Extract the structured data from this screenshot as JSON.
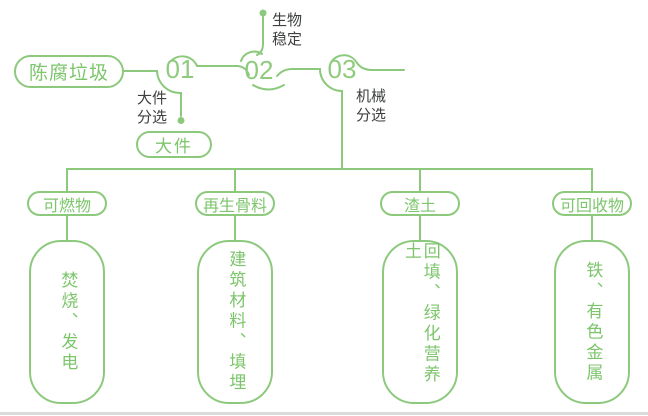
{
  "colors": {
    "line_green": "#8CC97C",
    "text_green": "#7CC56B",
    "label_dark": "#3E4040",
    "divider_gray": "#DBDBDB"
  },
  "flow": {
    "source": "陈腐垃圾",
    "steps": [
      {
        "number": "01",
        "process": "大件\n分选",
        "output": "大件"
      },
      {
        "number": "02",
        "process": "生物\n稳定"
      },
      {
        "number": "03",
        "process": "机械\n分选"
      }
    ]
  },
  "branches": [
    {
      "category": "可燃物",
      "disposal": "焚烧、发电"
    },
    {
      "category": "再生骨料",
      "disposal": "建筑材料、填埋"
    },
    {
      "category": "渣土",
      "disposal": "回填、绿化营养土"
    },
    {
      "category": "可回收物",
      "disposal": "铁、有色金属"
    }
  ]
}
